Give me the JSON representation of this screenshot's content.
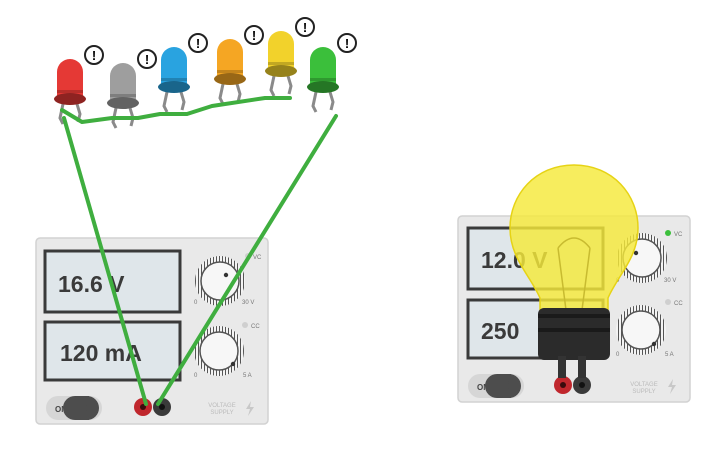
{
  "colors": {
    "wire": "#3fae3f",
    "panel": "#e9e9e9",
    "display_bg": "#dfe6ea",
    "terminal_pos": "#c0272d",
    "terminal_neg": "#3a3a3a",
    "bulb": "#f5e93a",
    "bulb_base": "#2b2b2b",
    "indicator_on": "#3bbf3b",
    "indicator_off": "#cfcfcf"
  },
  "leds": [
    {
      "name": "led-red",
      "color": "#e53935",
      "warning": "!"
    },
    {
      "name": "led-unlit",
      "color": "#9e9e9e",
      "warning": "!"
    },
    {
      "name": "led-blue",
      "color": "#29a3e0",
      "warning": "!"
    },
    {
      "name": "led-orange",
      "color": "#f5a623",
      "warning": "!"
    },
    {
      "name": "led-yellow",
      "color": "#f2d22b",
      "warning": "!"
    },
    {
      "name": "led-green",
      "color": "#3bbf3b",
      "warning": "!"
    }
  ],
  "supply_left": {
    "voltage_display": "16.6 V",
    "current_display": "120 mA",
    "vc_label": "VC",
    "cc_label": "CC",
    "v_min": "0",
    "v_max": "30 V",
    "a_min": "0",
    "a_max": "5 A",
    "power_label": "ON",
    "brand_line1": "VOLTAGE",
    "brand_line2": "SUPPLY",
    "vc_active": false
  },
  "supply_right": {
    "voltage_display": "12.0 V",
    "current_display": "250",
    "vc_label": "VC",
    "cc_label": "CC",
    "v_min": "0",
    "v_max": "30 V",
    "a_min": "0",
    "a_max": "5 A",
    "power_label": "ON",
    "brand_line1": "VOLTAGE",
    "brand_line2": "SUPPLY",
    "vc_active": true
  }
}
